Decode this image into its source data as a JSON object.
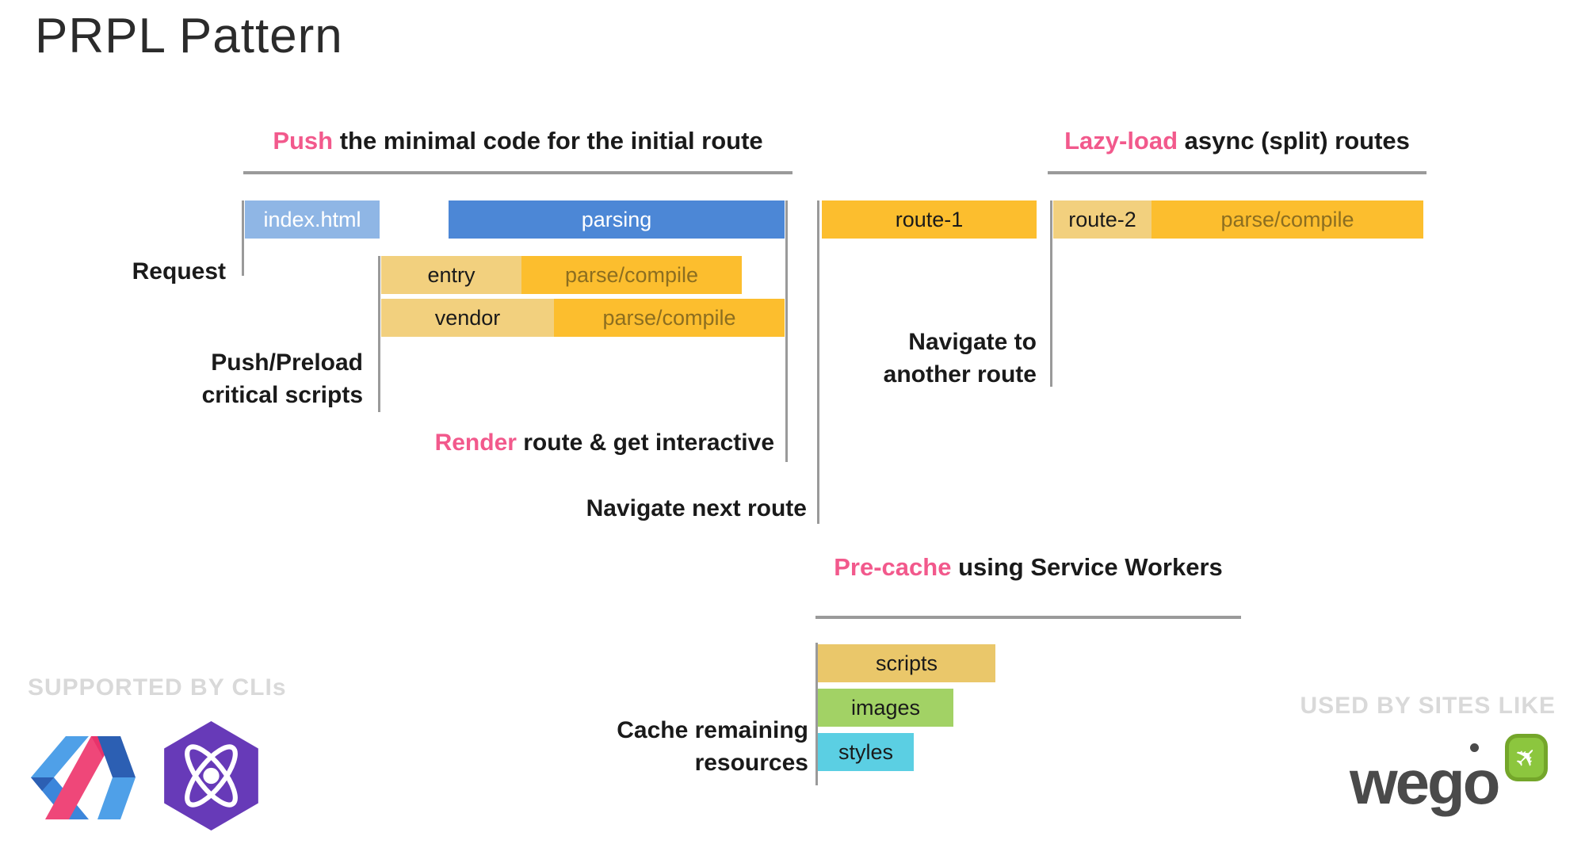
{
  "title": "PRPL Pattern",
  "headings": {
    "push": {
      "highlight": "Push",
      "rest": " the minimal code for the initial route"
    },
    "lazy": {
      "highlight": "Lazy-load",
      "rest": " async (split) routes"
    },
    "precache": {
      "highlight": "Pre-cache",
      "rest": " using Service Workers"
    }
  },
  "labels": {
    "request": "Request",
    "push_preload": {
      "line1": "Push/Preload",
      "line2": "critical scripts"
    },
    "render": {
      "highlight": "Render",
      "rest": " route & get interactive"
    },
    "navigate_next": "Navigate next route",
    "navigate_another": {
      "line1": "Navigate to",
      "line2": "another route"
    },
    "cache_remaining": {
      "line1": "Cache remaining",
      "line2": "resources"
    }
  },
  "bars": {
    "index_html": "index.html",
    "parsing": "parsing",
    "entry": "entry",
    "entry_parse": "parse/compile",
    "vendor": "vendor",
    "vendor_parse": "parse/compile",
    "route1": "route-1",
    "route2": "route-2",
    "route2_parse": "parse/compile",
    "scripts": "scripts",
    "images": "images",
    "styles": "styles"
  },
  "footer": {
    "supported_by": "SUPPORTED BY CLIs",
    "used_by": "USED BY SITES LIKE",
    "wego": "wego",
    "icons": {
      "polymer": "polymer-logo",
      "preact": "preact-atom-logo",
      "wego_badge": "wego-plane-badge"
    }
  },
  "colors": {
    "pink": "#F2598C",
    "heading_text": "#1A1A1A",
    "title_text": "#2B2B2B",
    "line_gray": "#9A9A9A",
    "bar_blue_light": "#8FB6E5",
    "bar_blue": "#4C87D6",
    "bar_tan": "#F2D07E",
    "bar_orange": "#FCBE2E",
    "parse_label_text": "#8C6E20",
    "bar_scripts": "#EAC76A",
    "bar_images": "#A2D265",
    "bar_styles": "#5BCFE3",
    "bar_text_light": "#FFFFFF",
    "bar_text_dark": "#1A1A1A",
    "muted_gray": "#D9D9D9",
    "preact_purple": "#673AB8",
    "polymer_blue": "#4FA0E8",
    "polymer_blue_mid": "#3C86DB",
    "polymer_navy": "#2C5FB3",
    "polymer_pink": "#EF4779",
    "polymer_crimson": "#E8336B",
    "wego_green": "#8CC63E",
    "wego_green_dark": "#74A62A",
    "wego_text": "#4A4A4A"
  }
}
